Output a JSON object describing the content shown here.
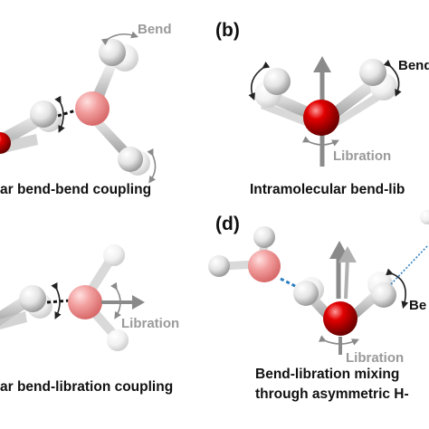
{
  "panels": {
    "a": {
      "caption": "ar bend-bend coupling",
      "annotation": "Bend"
    },
    "b": {
      "label": "(b)",
      "caption": "Intramolecular bend-lib",
      "annotation_bend": "Bend",
      "annotation_libration": "Libration"
    },
    "c": {
      "caption": "ar bend-libration coupling",
      "annotation_libration": "Libration"
    },
    "d": {
      "label": "(d)",
      "caption_line1": "Bend-libration mixing",
      "caption_line2": "through asymmetric H-",
      "annotation_libration": "Libration",
      "annotation_bend": "Be"
    }
  },
  "colors": {
    "oxygen_red": "#e00000",
    "oxygen_faded": "#f19a9a",
    "hydrogen_white": "#eeeeee",
    "arrow_grey": "#8a8a8a",
    "hbond_blue": "#2d7fc1",
    "text": "#111111",
    "annotation_grey": "#9a9a9a"
  }
}
